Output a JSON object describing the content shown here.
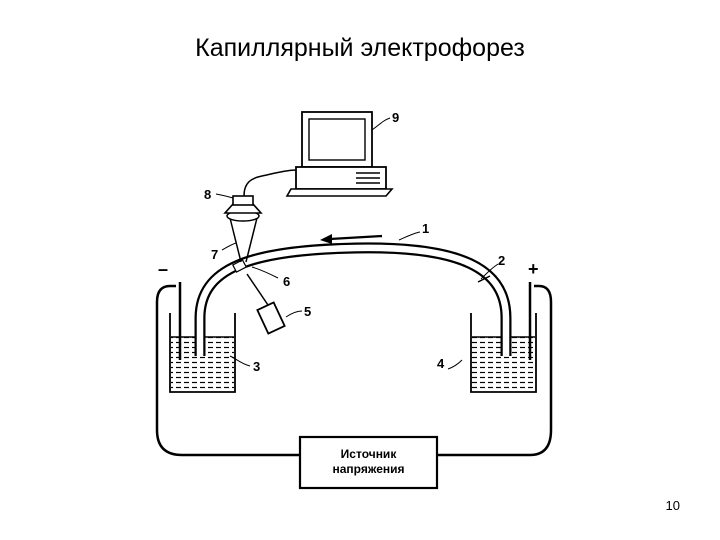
{
  "title": "Капиллярный электрофорез",
  "page_number": "10",
  "power_supply": {
    "line1": "Источник",
    "line2": "напряжения"
  },
  "signs": {
    "minus": "–",
    "plus": "+"
  },
  "labels": {
    "l1": "1",
    "l2": "2",
    "l3": "3",
    "l4": "4",
    "l5": "5",
    "l6": "6",
    "l7": "7",
    "l8": "8",
    "l9": "9"
  }
}
